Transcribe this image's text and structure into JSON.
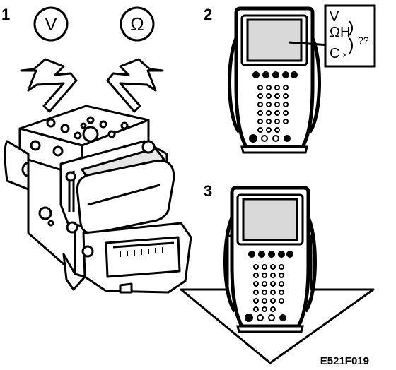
{
  "labels": {
    "step1": "1",
    "step2": "2",
    "step3": "3",
    "voltage": "V",
    "ohm": "Ω",
    "screen_v": "V",
    "screen_ohm": "ΩH",
    "screen_c": "C",
    "screen_x": "×",
    "screen_q": "??",
    "figure_code": "E521F019"
  },
  "colors": {
    "ink": "#000000",
    "paper": "#ffffff",
    "screen": "#d9d9d9"
  }
}
